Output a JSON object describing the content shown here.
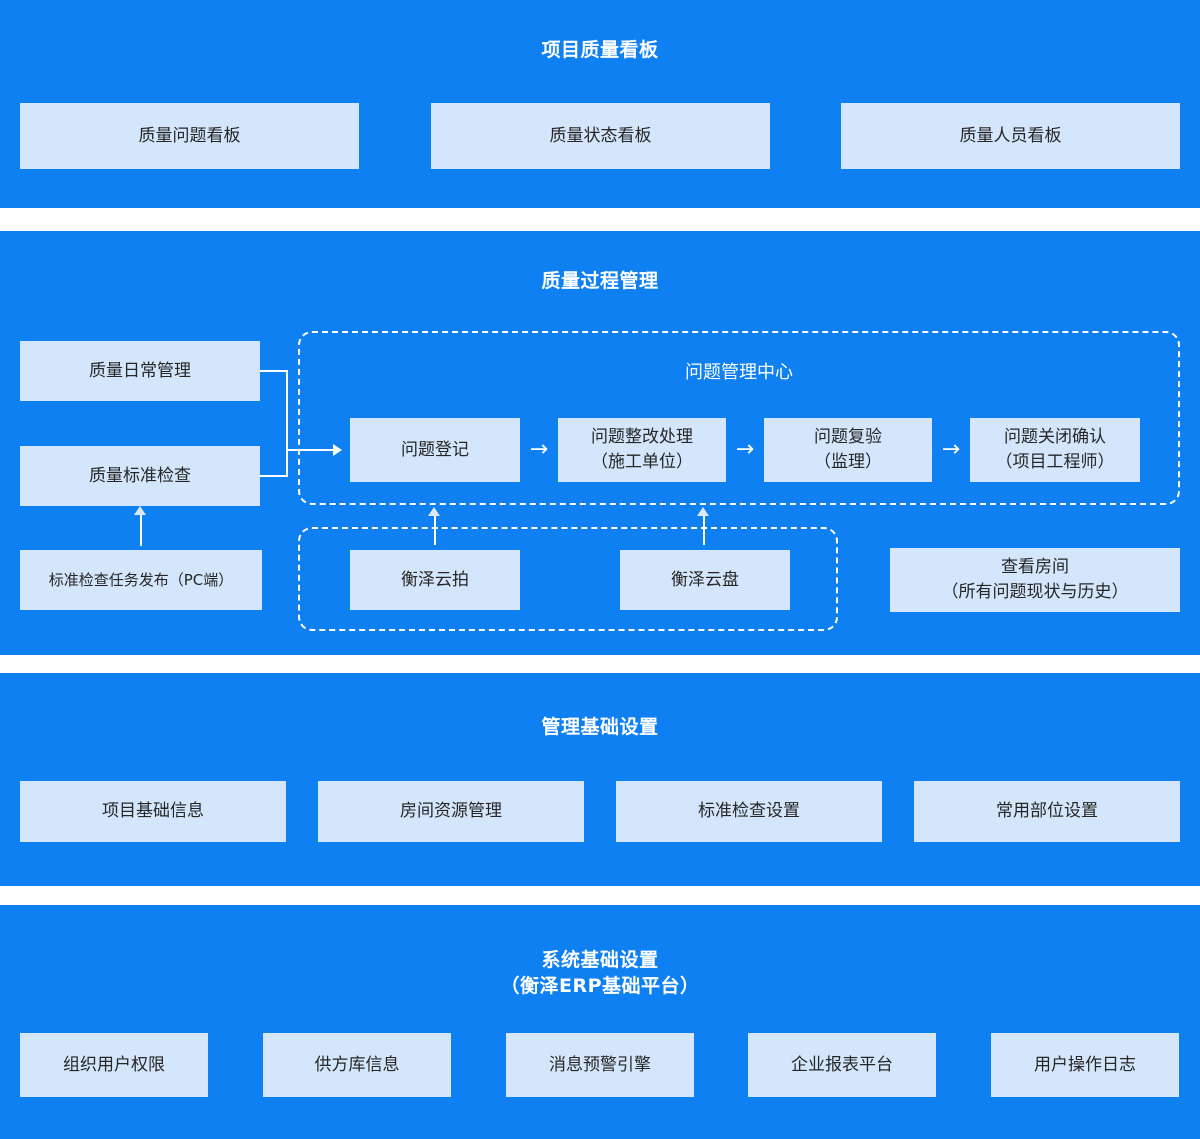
{
  "theme": {
    "band_blue": "#0e80f2",
    "box_light": "#d4e6fb",
    "text_dark": "#262626",
    "text_light": "#ffffff"
  },
  "sections": {
    "kanban": {
      "title": "项目质量看板",
      "boxes": [
        {
          "label": "质量问题看板"
        },
        {
          "label": "质量状态看板"
        },
        {
          "label": "质量人员看板"
        }
      ]
    },
    "process": {
      "title": "质量过程管理",
      "left_boxes": [
        {
          "label": "质量日常管理"
        },
        {
          "label": "质量标准检查"
        },
        {
          "label": "标准检查任务发布（PC端）"
        }
      ],
      "issue_center": {
        "title": "问题管理中心",
        "steps": [
          {
            "label": "问题登记"
          },
          {
            "label": "问题整改处理\n（施工单位）"
          },
          {
            "label": "问题复验\n（监理）"
          },
          {
            "label": "问题关闭确认\n（项目工程师）"
          }
        ],
        "step_separator": "→"
      },
      "tools_group": {
        "boxes": [
          {
            "label": "衡泽云拍"
          },
          {
            "label": "衡泽云盘"
          }
        ]
      },
      "room_box": {
        "label": "查看房间\n（所有问题现状与历史）"
      }
    },
    "mgmt": {
      "title": "管理基础设置",
      "boxes": [
        {
          "label": "项目基础信息"
        },
        {
          "label": "房间资源管理"
        },
        {
          "label": "标准检查设置"
        },
        {
          "label": "常用部位设置"
        }
      ]
    },
    "system": {
      "title": "系统基础设置\n（衡泽ERP基础平台）",
      "boxes": [
        {
          "label": "组织用户权限"
        },
        {
          "label": "供方库信息"
        },
        {
          "label": "消息预警引擎"
        },
        {
          "label": "企业报表平台"
        },
        {
          "label": "用户操作日志"
        }
      ]
    }
  }
}
